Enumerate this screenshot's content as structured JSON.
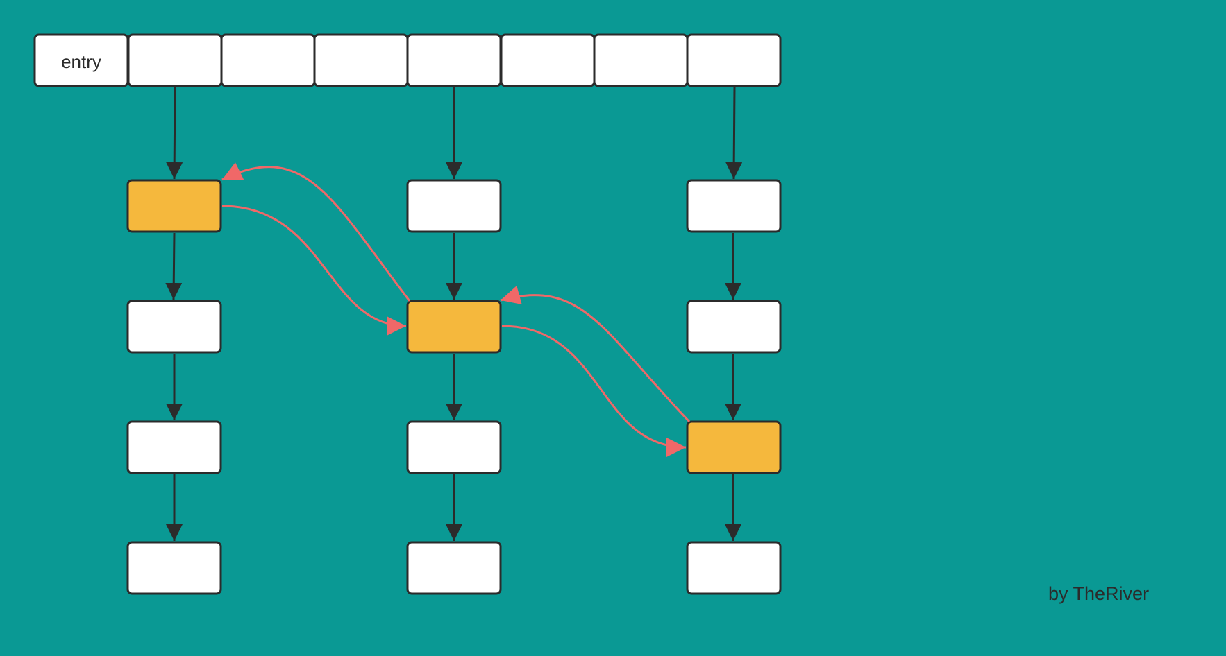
{
  "diagram": {
    "entry_label": "entry",
    "credit": "by TheRiver",
    "colors": {
      "background": "#0a9994",
      "node_fill": "#ffffff",
      "highlight_fill": "#f5b83d",
      "node_stroke": "#2b2b2b",
      "link_arrow": "#2b2b2b",
      "path_arrow": "#f06868"
    },
    "header_cell_count": 8,
    "chains": [
      {
        "header_cell": 1,
        "nodes": 4,
        "highlighted_node": 0
      },
      {
        "header_cell": 4,
        "nodes": 4,
        "highlighted_node": 1
      },
      {
        "header_cell": 7,
        "nodes": 4,
        "highlighted_node": 2
      }
    ],
    "highlight_path": "bidirectional links between highlighted nodes"
  }
}
